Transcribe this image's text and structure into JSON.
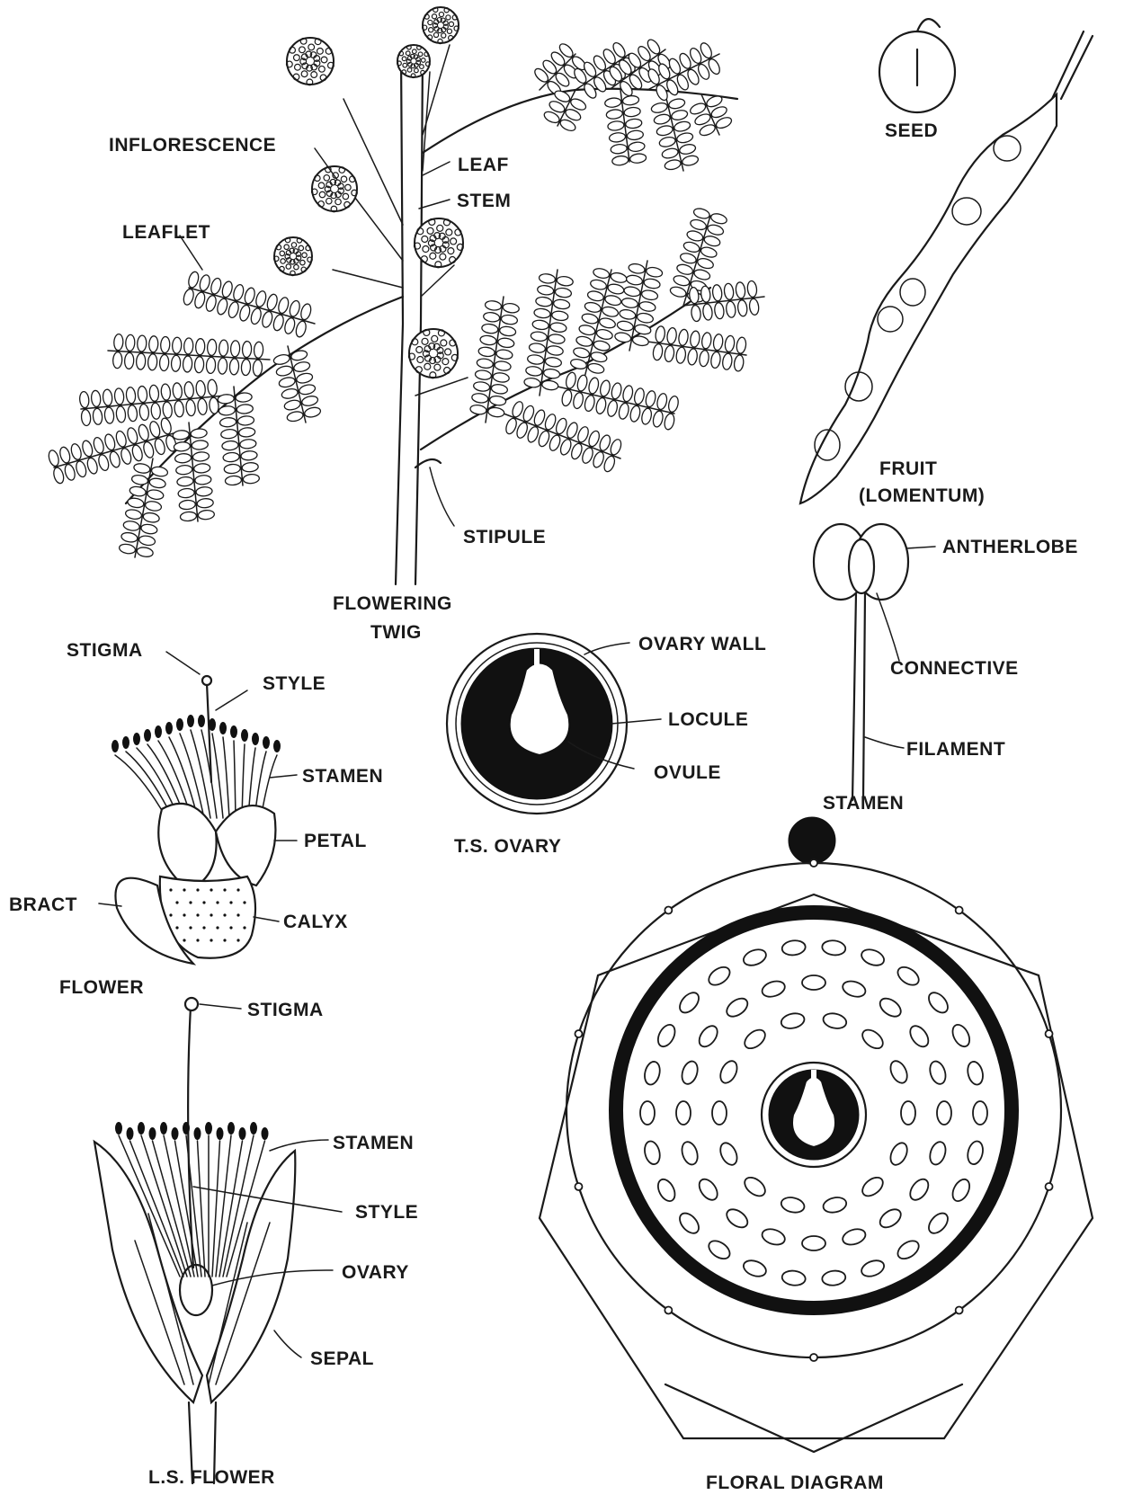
{
  "twig": {
    "inflorescence": "INFLORESCENCE",
    "leaf": "LEAF",
    "stem": "STEM",
    "leaflet": "LEAFLET",
    "stipule": "STIPULE",
    "caption_line1": "FLOWERING",
    "caption_line2": "TWIG"
  },
  "seed": {
    "caption": "SEED"
  },
  "fruit": {
    "caption_line1": "FRUIT",
    "caption_line2": "(LOMENTUM)"
  },
  "stamen_detail": {
    "antherlobe": "ANTHERLOBE",
    "connective": "CONNECTIVE",
    "filament": "FILAMENT",
    "caption": "STAMEN"
  },
  "ovary_ts": {
    "ovary_wall": "OVARY WALL",
    "locule": "LOCULE",
    "ovule": "OVULE",
    "caption": "T.S. OVARY"
  },
  "flower": {
    "stigma": "STIGMA",
    "style": "STYLE",
    "stamen": "STAMEN",
    "petal": "PETAL",
    "bract": "BRACT",
    "calyx": "CALYX",
    "caption": "FLOWER"
  },
  "ls_flower": {
    "stigma": "STIGMA",
    "stamen": "STAMEN",
    "style": "STYLE",
    "ovary": "OVARY",
    "sepal": "SEPAL",
    "caption": "L.S. FLOWER"
  },
  "floral_diagram": {
    "caption": "FLORAL DIAGRAM"
  }
}
